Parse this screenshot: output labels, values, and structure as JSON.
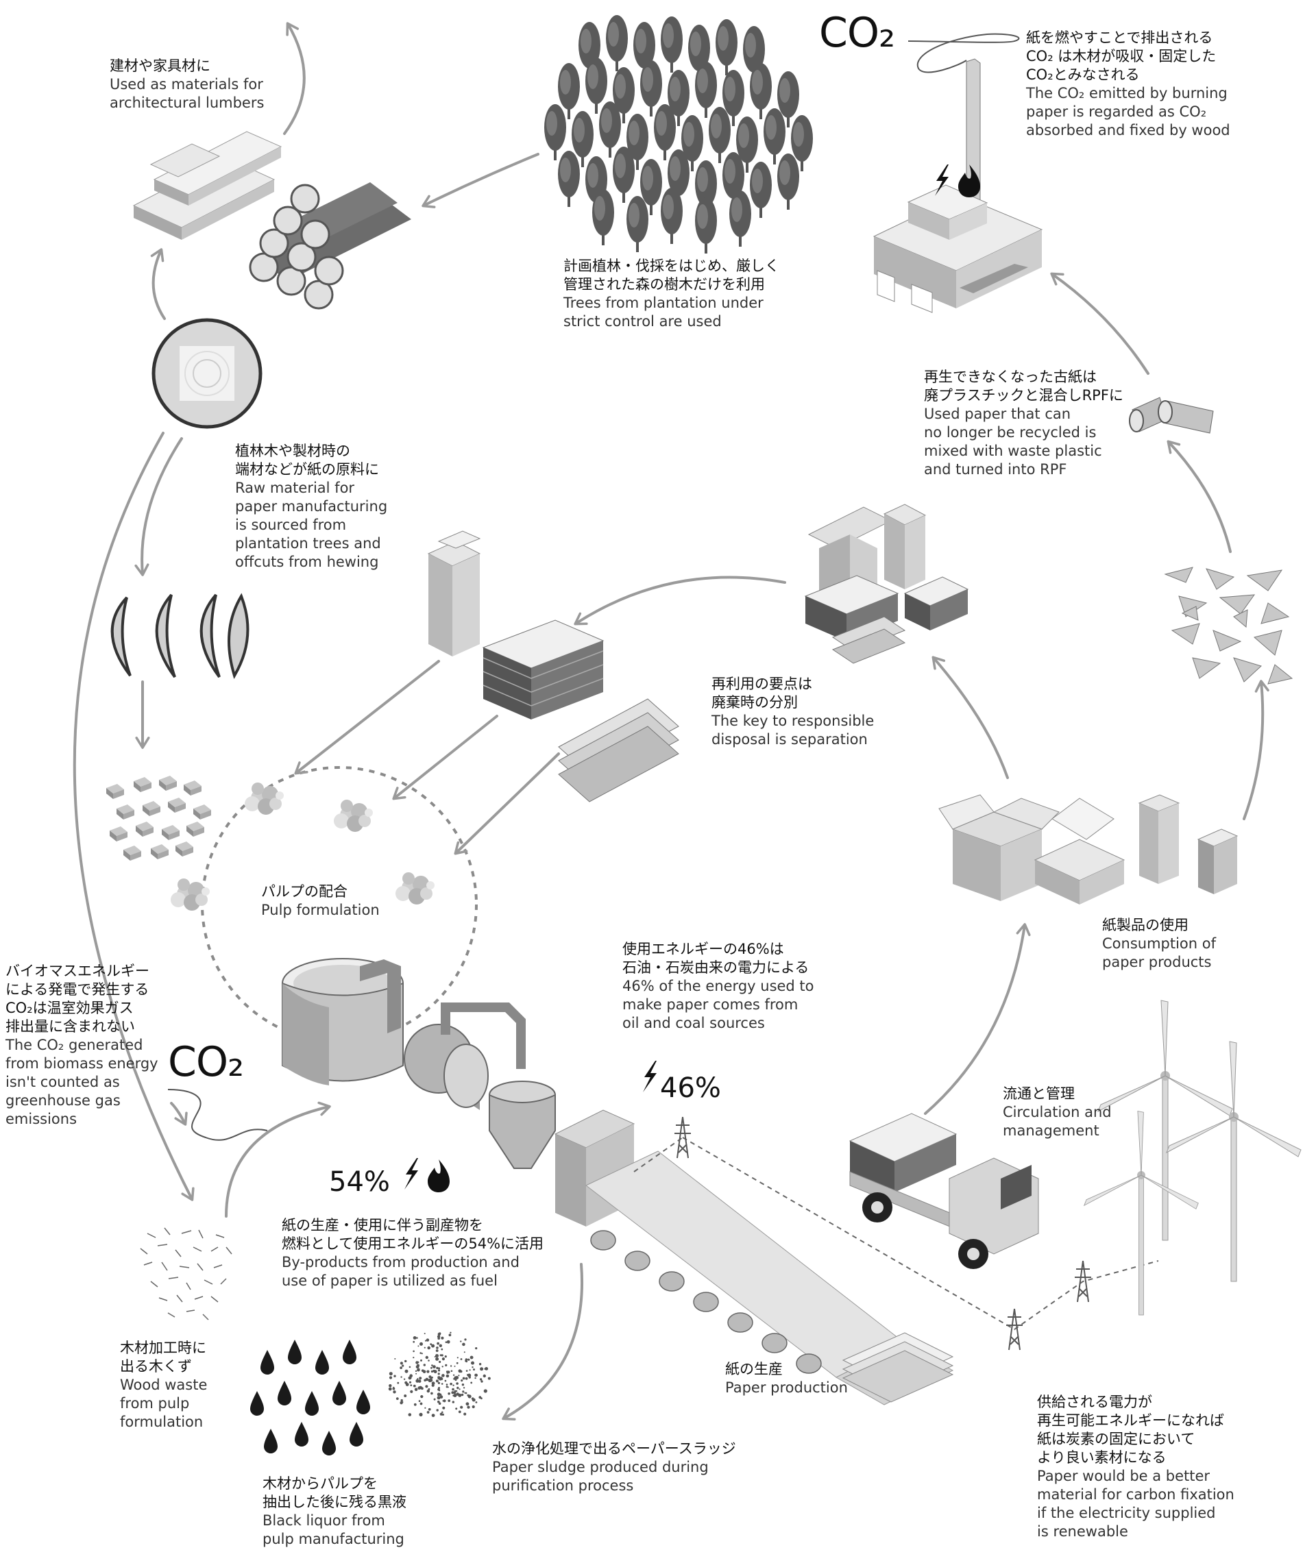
{
  "labels": {
    "lumber": {
      "jp": [
        "建材や家具材に"
      ],
      "en": [
        "Used as materials for",
        "architectural lumbers"
      ]
    },
    "trees": {
      "jp": [
        "計画植林・伐採をはじめ、厳しく",
        "管理された森の樹木だけを利用"
      ],
      "en": [
        "Trees from plantation under",
        "strict control are used"
      ]
    },
    "co2_paper": {
      "jp": [
        "紙を燃やすことで排出される",
        "CO₂ は木材が吸収・固定した",
        "CO₂とみなされる"
      ],
      "en": [
        "The CO₂ emitted by burning",
        "paper is regarded as CO₂",
        "absorbed and fixed by wood"
      ]
    },
    "rpf": {
      "jp": [
        "再生できなくなった古紙は",
        "廃プラスチックと混合しRPFに"
      ],
      "en": [
        "Used paper that can",
        "no longer be recycled is",
        "mixed with waste plastic",
        "and turned into RPF"
      ]
    },
    "raw_material": {
      "jp": [
        "植林木や製材時の",
        "端材などが紙の原料に"
      ],
      "en": [
        "Raw material for",
        "paper manufacturing",
        "is sourced from",
        "plantation trees and",
        "offcuts from hewing"
      ]
    },
    "separation": {
      "jp": [
        "再利用の要点は",
        "廃棄時の分別"
      ],
      "en": [
        "The key to responsible",
        "disposal is separation"
      ]
    },
    "pulp_formulation": {
      "jp": [
        "パルプの配合"
      ],
      "en": [
        "Pulp formulation"
      ]
    },
    "consumption": {
      "jp": [
        "紙製品の使用"
      ],
      "en": [
        "Consumption of",
        "paper products"
      ]
    },
    "biomass": {
      "jp": [
        "バイオマスエネルギー",
        "による発電で発生する",
        "CO₂は温室効果ガス",
        "排出量に含まれない"
      ],
      "en": [
        "The CO₂ generated",
        "from biomass energy",
        "isn't counted as",
        "greenhouse gas",
        "emissions"
      ]
    },
    "energy46": {
      "jp": [
        "使用エネルギーの46%は",
        "石油・石炭由来の電力による"
      ],
      "en": [
        "46% of the energy used to",
        "make paper comes from",
        "oil and coal sources"
      ]
    },
    "distribution": {
      "jp": [
        "流通と管理"
      ],
      "en": [
        "Circulation and",
        "management"
      ]
    },
    "byproducts": {
      "jp": [
        "紙の生産・使用に伴う副産物を",
        "燃料として使用エネルギーの54%に活用"
      ],
      "en": [
        "By-products from production and",
        "use of paper is utilized as fuel"
      ]
    },
    "wood_waste": {
      "jp": [
        "木材加工時に",
        "出る木くず"
      ],
      "en": [
        "Wood waste",
        "from pulp",
        "formulation"
      ]
    },
    "paper_production": {
      "jp": [
        "紙の生産"
      ],
      "en": [
        "Paper production"
      ]
    },
    "sludge": {
      "jp": [
        "水の浄化処理で出るペーパースラッジ"
      ],
      "en": [
        "Paper sludge produced during",
        "purification process"
      ]
    },
    "black_liquor": {
      "jp": [
        "木材からパルプを",
        "抽出した後に残る黒液"
      ],
      "en": [
        "Black liquor from",
        "pulp manufacturing"
      ]
    },
    "renewable": {
      "jp": [
        "供給される電力が",
        "再生可能エネルギーになれば",
        "紙は炭素の固定において",
        "より良い素材になる"
      ],
      "en": [
        "Paper would be a better",
        "material for carbon fixation",
        "if the electricity supplied",
        "is renewable"
      ]
    }
  },
  "marks": {
    "co2_top": "CO₂",
    "co2_left": "CO₂",
    "pct_46": "46%",
    "pct_54": "54%"
  },
  "colors": {
    "arrow": "#9a9a9a",
    "ink": "#1f1f1f",
    "shade_light": "#e4e4e4",
    "shade_mid": "#bdbdbd",
    "shade_dark": "#8a8a8a"
  },
  "icons": [
    "tree-icon",
    "lumber-icon",
    "log-icon",
    "wood-slice-icon",
    "chips-icon",
    "pulp-cluster-icon",
    "tank-icon",
    "paper-machine-icon",
    "truck-icon",
    "wind-turbine-icon",
    "pylon-icon",
    "factory-icon",
    "box-icon",
    "carton-icon",
    "book-icon",
    "rpf-pellet-icon",
    "shredded-paper-icon",
    "drop-icon",
    "lightning-icon",
    "flame-icon"
  ]
}
